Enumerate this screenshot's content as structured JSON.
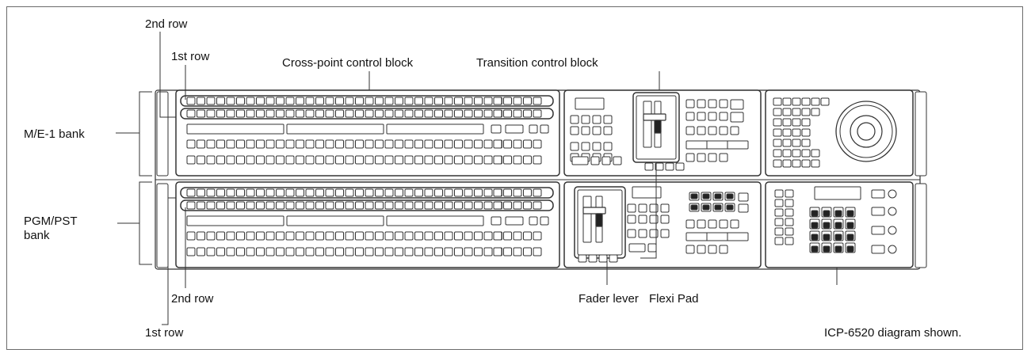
{
  "labels": {
    "top_2nd_row": "2nd row",
    "top_1st_row": "1st row",
    "crosspoint_block": "Cross-point control block",
    "transition_block": "Transition control block",
    "me1_bank": "M/E-1 bank",
    "pgm_pst_bank": "PGM/PST\nbank",
    "bottom_2nd_row": "2nd row",
    "bottom_1st_row": "1st row",
    "fader_lever": "Fader lever",
    "flexi_pad": "Flexi Pad",
    "caption": "ICP-6520 diagram shown."
  }
}
